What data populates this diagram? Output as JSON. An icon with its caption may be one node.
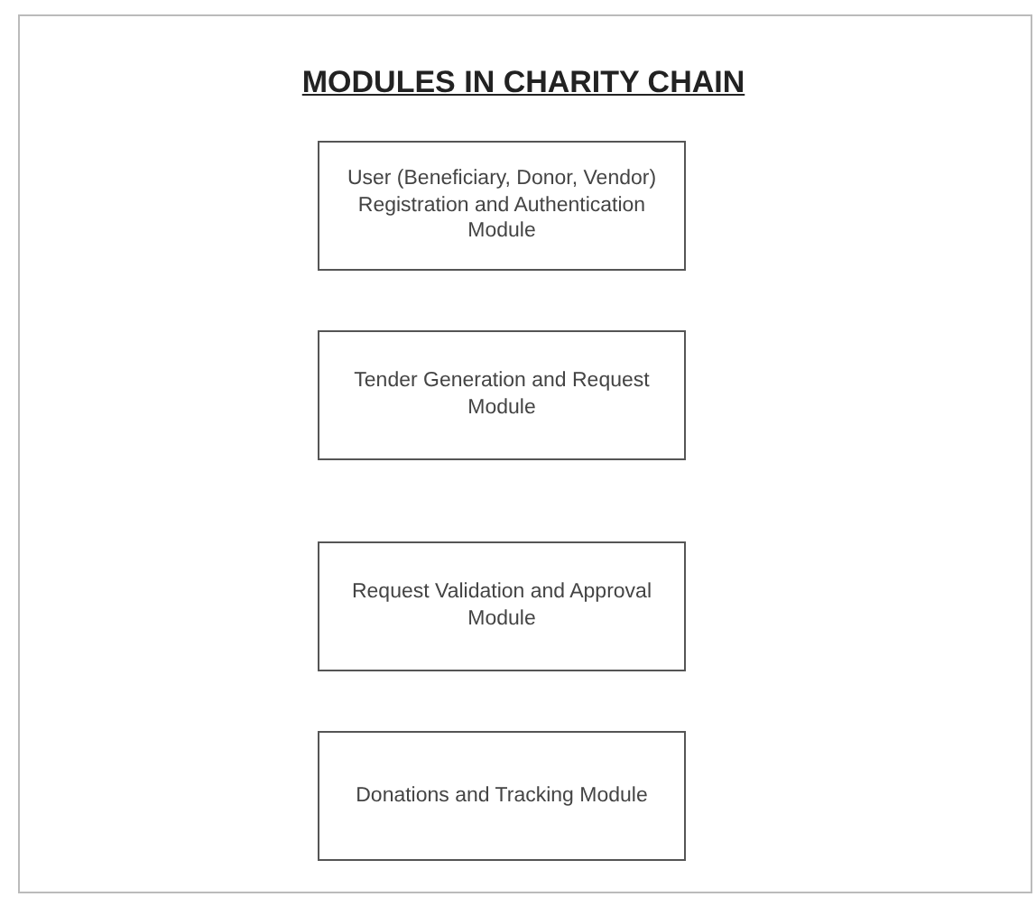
{
  "diagram": {
    "title": "MODULES IN CHARITY CHAIN",
    "nodes": [
      {
        "text": [
          "User (Beneficiary, Donor, Vendor) Registration and Authentication Module"
        ]
      },
      {
        "text": [
          "Tender Generation and Request Module"
        ]
      },
      {
        "text": [
          "Request Validation and Approval Module"
        ]
      },
      {
        "text": [
          "Donations and Tracking Module"
        ]
      }
    ]
  }
}
